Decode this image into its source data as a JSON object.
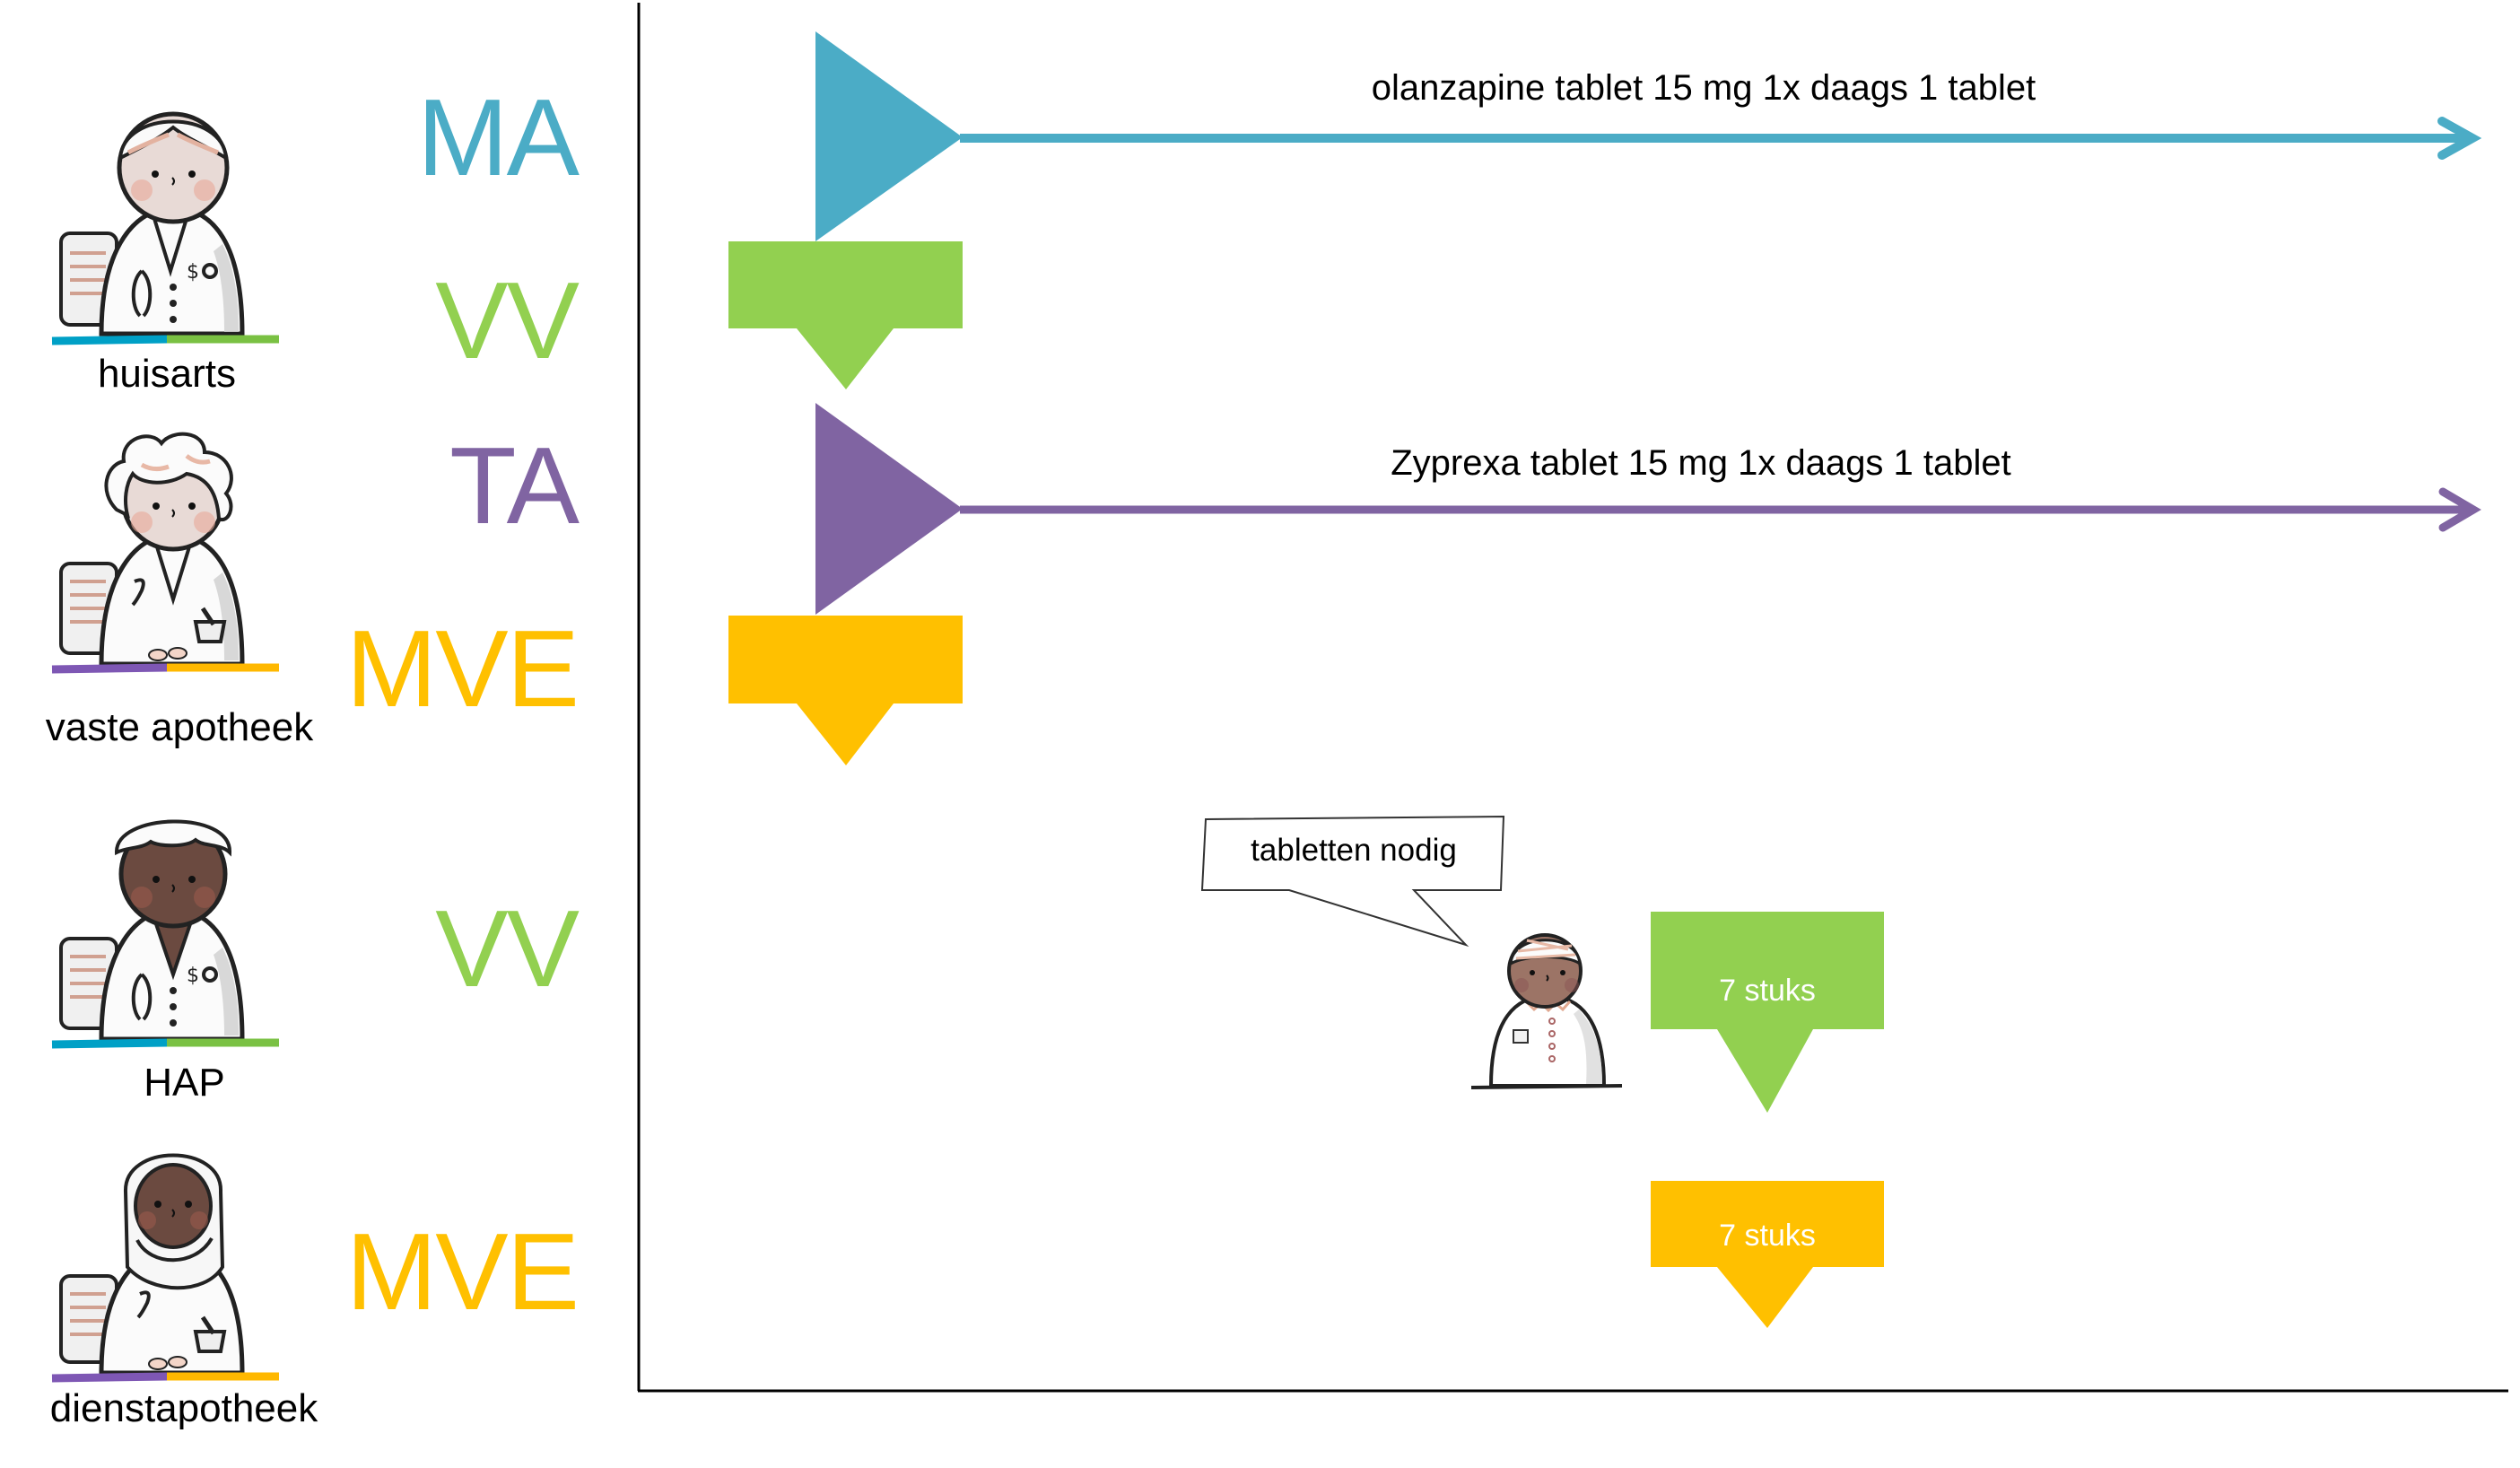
{
  "colors": {
    "MA": "#4BACC6",
    "VV": "#92D050",
    "TA": "#8064A2",
    "MVE": "#FFC000",
    "axis": "#000000",
    "text": "#000000",
    "qty_text": "#FFFFFF"
  },
  "actors": [
    {
      "id": "huisarts",
      "label": "huisarts",
      "icon": "doctor-icon",
      "skin": "#E8DAD6",
      "hair": "white-short",
      "desk_colors": [
        "#00A0C6",
        "#7AC143"
      ]
    },
    {
      "id": "vaste-apotheek",
      "label": "vaste apotheek",
      "icon": "pharmacist-icon",
      "skin": "#E8DAD6",
      "hair": "white-curly",
      "desk_colors": [
        "#7E57B4",
        "#FFB800"
      ]
    },
    {
      "id": "hap",
      "label": "HAP",
      "icon": "doctor-icon",
      "skin": "#6B4A40",
      "hair": "white-short",
      "desk_colors": [
        "#00A0C6",
        "#7AC143"
      ]
    },
    {
      "id": "dienstapotheek",
      "label": "dienstapotheek",
      "icon": "pharmacist-hijab-icon",
      "skin": "#6B4A40",
      "hair": "hijab",
      "desk_colors": [
        "#7E57B4",
        "#FFB800"
      ]
    }
  ],
  "roles": [
    {
      "code": "MA",
      "actor": "huisarts"
    },
    {
      "code": "VV",
      "actor": "huisarts"
    },
    {
      "code": "TA",
      "actor": "vaste-apotheek"
    },
    {
      "code": "MVE",
      "actor": "vaste-apotheek"
    },
    {
      "code": "VV",
      "actor": "hap"
    },
    {
      "code": "MVE",
      "actor": "dienstapotheek"
    }
  ],
  "timeline": {
    "prescriptions": [
      {
        "role": "MA",
        "text": "olanzapine tablet 15 mg 1x daags 1 tablet",
        "type": "start-arrow"
      },
      {
        "role": "TA",
        "text": "Zyprexa tablet 15 mg 1x daags 1 tablet",
        "type": "start-arrow"
      }
    ],
    "dispensing_events": [
      {
        "role": "VV",
        "actor": "huisarts",
        "label": ""
      },
      {
        "role": "MVE",
        "actor": "vaste-apotheek",
        "label": ""
      },
      {
        "role": "VV",
        "actor": "hap",
        "label": "7 stuks"
      },
      {
        "role": "MVE",
        "actor": "dienstapotheek",
        "label": "7 stuks"
      }
    ]
  },
  "patient": {
    "icon": "patient-icon",
    "speech": "tabletten nodig"
  }
}
